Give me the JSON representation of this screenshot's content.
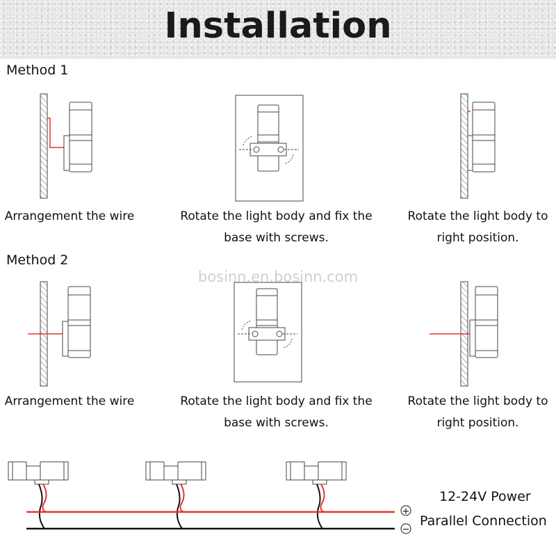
{
  "title": "Installation",
  "watermark": "bosinn.en.bosinn.com",
  "methods": [
    {
      "label": "Method 1",
      "steps": [
        {
          "line1": "Arrangement the wire",
          "line2": ""
        },
        {
          "line1": "Rotate the light body and fix the",
          "line2": "base with screws."
        },
        {
          "line1": "Rotate the light body to",
          "line2": "right position."
        }
      ]
    },
    {
      "label": "Method 2",
      "steps": [
        {
          "line1": "Arrangement the wire",
          "line2": ""
        },
        {
          "line1": "Rotate the light body and fix the",
          "line2": "base with screws."
        },
        {
          "line1": "Rotate the light body to",
          "line2": "right position."
        }
      ]
    }
  ],
  "wiring": {
    "power_label": "12-24V Power",
    "connection_label": "Parallel Connection",
    "plus_symbol": "+",
    "minus_symbol": "−"
  },
  "colors": {
    "wire_red": "#e8322e",
    "wire_black": "#111111",
    "line": "#444444"
  }
}
